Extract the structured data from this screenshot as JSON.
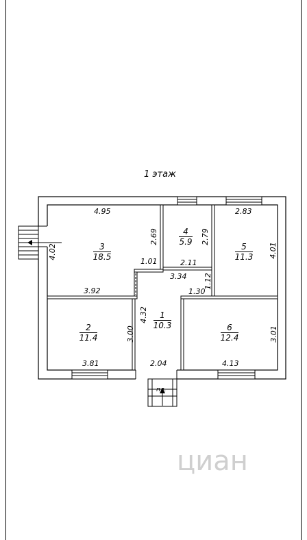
{
  "title": "1 этаж",
  "rooms": [
    {
      "number": "1",
      "area": "10.3"
    },
    {
      "number": "2",
      "area": "11.4"
    },
    {
      "number": "3",
      "area": "18.5"
    },
    {
      "number": "4",
      "area": "5.9"
    },
    {
      "number": "5",
      "area": "11.3"
    },
    {
      "number": "6",
      "area": "12.4"
    }
  ],
  "dimensions": {
    "r3_top": "4.95",
    "r3_side_left": "4.02",
    "r3_side_right": "2.69",
    "r3_bottom": "3.92",
    "r3_corridor": "1.01",
    "r4_side": "2.79",
    "r4_bottom": "2.11",
    "r5_top": "2.83",
    "r5_side": "4.01",
    "corr_top": "3.34",
    "corr_side": "1.12",
    "corr_right": "1.30",
    "hall_side": "4.32",
    "r2_side": "3.00",
    "r2_bottom": "3.81",
    "hall_bottom": "2.04",
    "r6_bottom": "4.13",
    "r6_side": "3.01"
  },
  "entrance_label": "пл.",
  "watermark": "циан"
}
